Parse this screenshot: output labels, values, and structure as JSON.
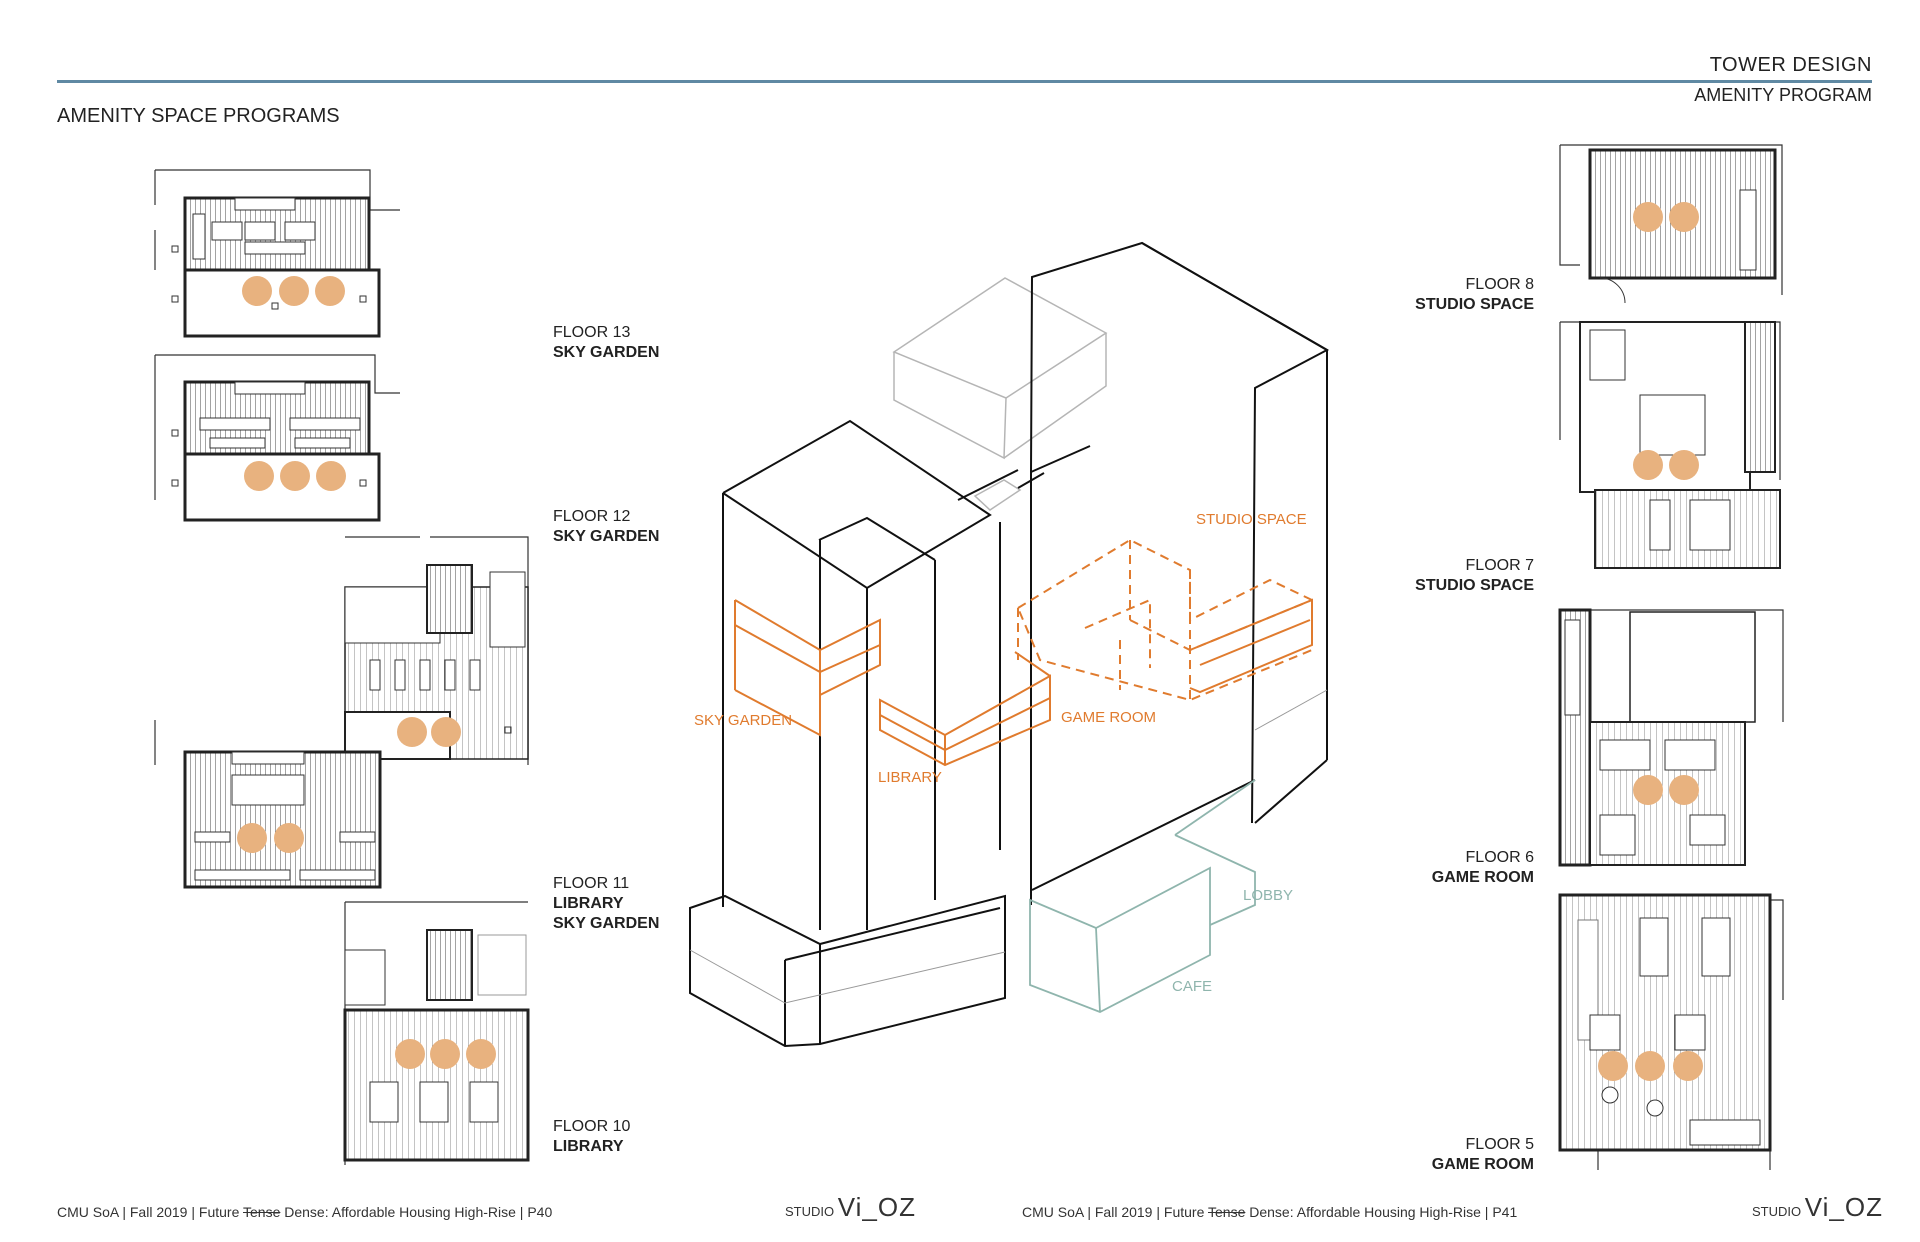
{
  "header": {
    "title": "TOWER DESIGN",
    "subtitle": "AMENITY PROGRAM",
    "section_title": "AMENITY SPACE PROGRAMS"
  },
  "floors": [
    {
      "floor": "FLOOR 13",
      "names": [
        "SKY GARDEN"
      ]
    },
    {
      "floor": "FLOOR 12",
      "names": [
        "SKY GARDEN"
      ]
    },
    {
      "floor": "FLOOR 11",
      "names": [
        "LIBRARY",
        "SKY GARDEN"
      ]
    },
    {
      "floor": "FLOOR 10",
      "names": [
        "LIBRARY"
      ]
    },
    {
      "floor": "FLOOR 8",
      "names": [
        "STUDIO SPACE"
      ]
    },
    {
      "floor": "FLOOR 7",
      "names": [
        "STUDIO SPACE"
      ]
    },
    {
      "floor": "FLOOR 6",
      "names": [
        "GAME ROOM"
      ]
    },
    {
      "floor": "FLOOR 5",
      "names": [
        "GAME ROOM"
      ]
    }
  ],
  "axon_labels": {
    "sky_garden": "SKY GARDEN",
    "library": "LIBRARY",
    "game_room": "GAME ROOM",
    "studio_space": "STUDIO SPACE",
    "lobby": "LOBBY",
    "cafe": "CAFE"
  },
  "footer": {
    "left": {
      "prefix": "CMU SoA | Fall 2019 | Future ",
      "strike": "Tense",
      "suffix": " Dense: Affordable Housing High-Rise | P40"
    },
    "right": {
      "prefix": "CMU SoA | Fall 2019 | Future ",
      "strike": "Tense",
      "suffix": " Dense: Affordable Housing High-Rise | P41"
    },
    "brand_small": "STUDIO",
    "brand_big": "Vi_OZ"
  },
  "colors": {
    "accent_blue": "#5f89a3",
    "program_orange": "#e07b2e",
    "icon_fill": "#e8b27f",
    "ground_teal": "#8fb5ad",
    "roof_gray": "#b5b5b5",
    "ink": "#222222"
  }
}
